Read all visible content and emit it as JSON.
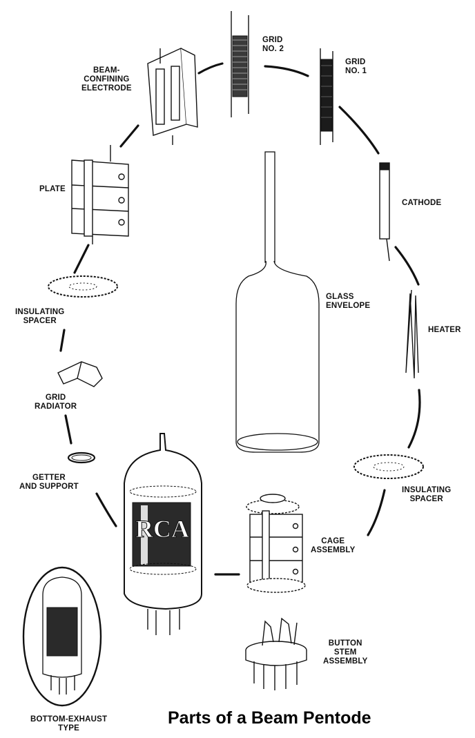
{
  "title": "Parts of a Beam Pentode",
  "labels": {
    "grid2": [
      "GRID",
      "NO. 2"
    ],
    "grid1": [
      "GRID",
      "NO. 1"
    ],
    "beam": [
      "BEAM-",
      "CONFINING",
      "ELECTRODE"
    ],
    "plate": [
      "PLATE"
    ],
    "cathode": [
      "CATHODE"
    ],
    "glass": [
      "GLASS",
      "ENVELOPE"
    ],
    "heater": [
      "HEATER"
    ],
    "spacer_left": [
      "INSULATING",
      "SPACER"
    ],
    "grid_radiator": [
      "GRID",
      "RADIATOR"
    ],
    "getter": [
      "GETTER",
      "AND  SUPPORT"
    ],
    "spacer_right": [
      "INSULATING",
      "SPACER"
    ],
    "cage": [
      "CAGE",
      "ASSEMBLY"
    ],
    "button": [
      "BUTTON",
      "STEM",
      "ASSEMBLY"
    ],
    "bottom": [
      "BOTTOM-EXHAUST",
      "TYPE"
    ]
  },
  "tube_brand": "RCA"
}
